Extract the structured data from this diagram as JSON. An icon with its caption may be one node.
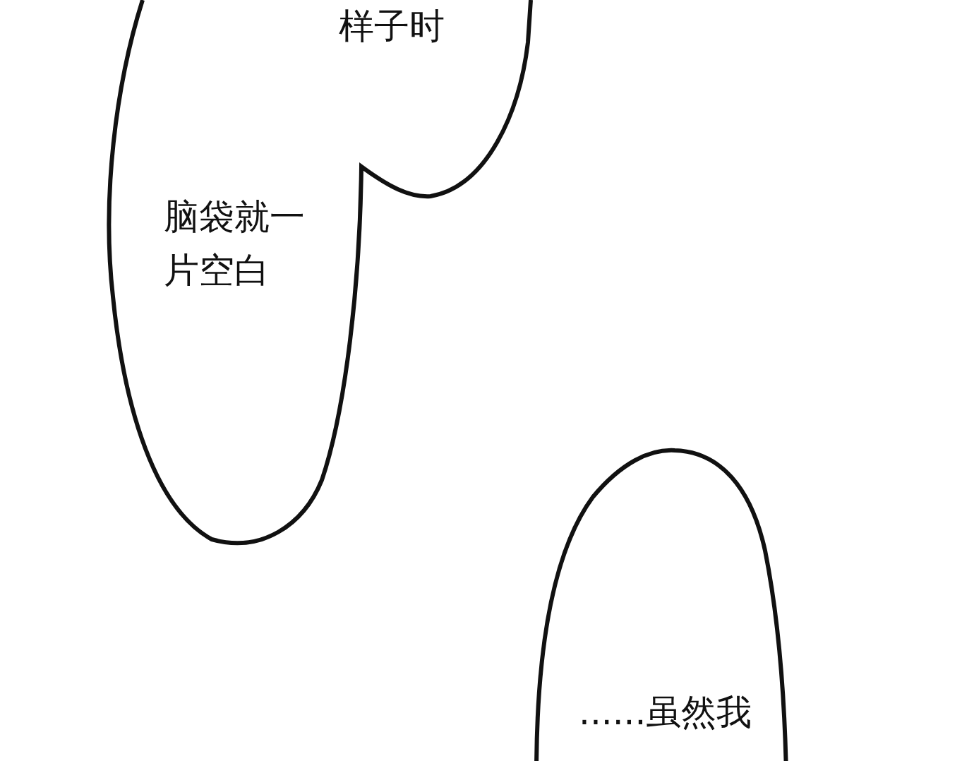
{
  "diagram": {
    "nodes": [
      {
        "text": [
          "样子时",
          "脑袋就一片空白"
        ]
      },
      {
        "text": [
          "......虽然我"
        ]
      }
    ]
  }
}
